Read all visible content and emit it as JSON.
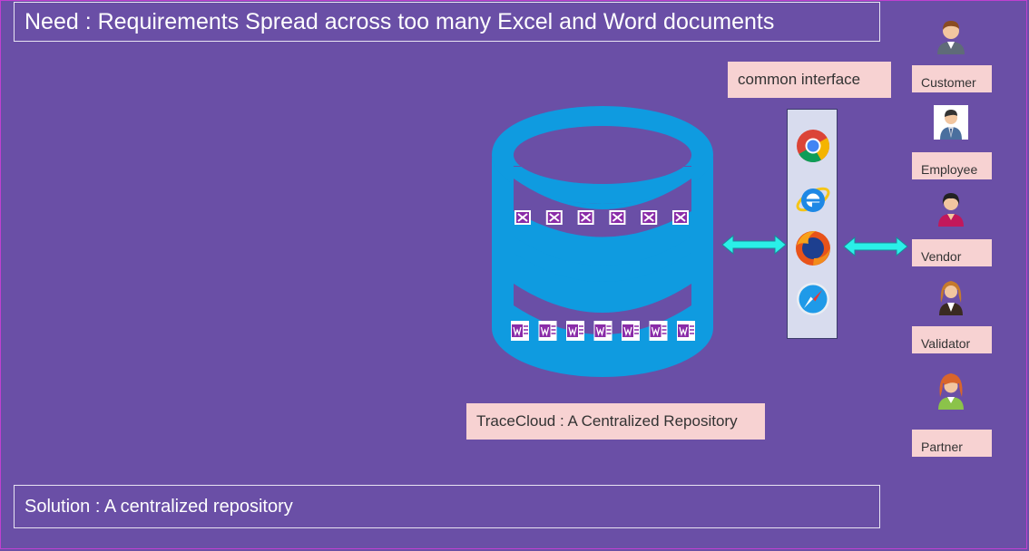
{
  "need_banner": {
    "text": "Need : Requirements Spread across too many Excel and Word documents"
  },
  "solution_banner": {
    "text": "Solution :  A centralized repository"
  },
  "interface": {
    "label": "common interface"
  },
  "repository": {
    "label": "TraceCloud : A Centralized Repository"
  },
  "database": {
    "excel_file_count": 6,
    "word_file_count": 7,
    "color": "#0f9be0"
  },
  "browsers": [
    "chrome-icon",
    "internet-explorer-icon",
    "firefox-icon",
    "safari-icon"
  ],
  "roles": [
    {
      "label": "Customer",
      "icon": "customer-avatar-icon"
    },
    {
      "label": "Employee",
      "icon": "employee-avatar-icon"
    },
    {
      "label": "Vendor",
      "icon": "vendor-avatar-icon"
    },
    {
      "label": "Validator",
      "icon": "validator-avatar-icon"
    },
    {
      "label": "Partner",
      "icon": "partner-avatar-icon"
    }
  ],
  "colors": {
    "background": "#6a4fa6",
    "label_box": "#f7d2d2",
    "arrow": "#2af0e8"
  }
}
